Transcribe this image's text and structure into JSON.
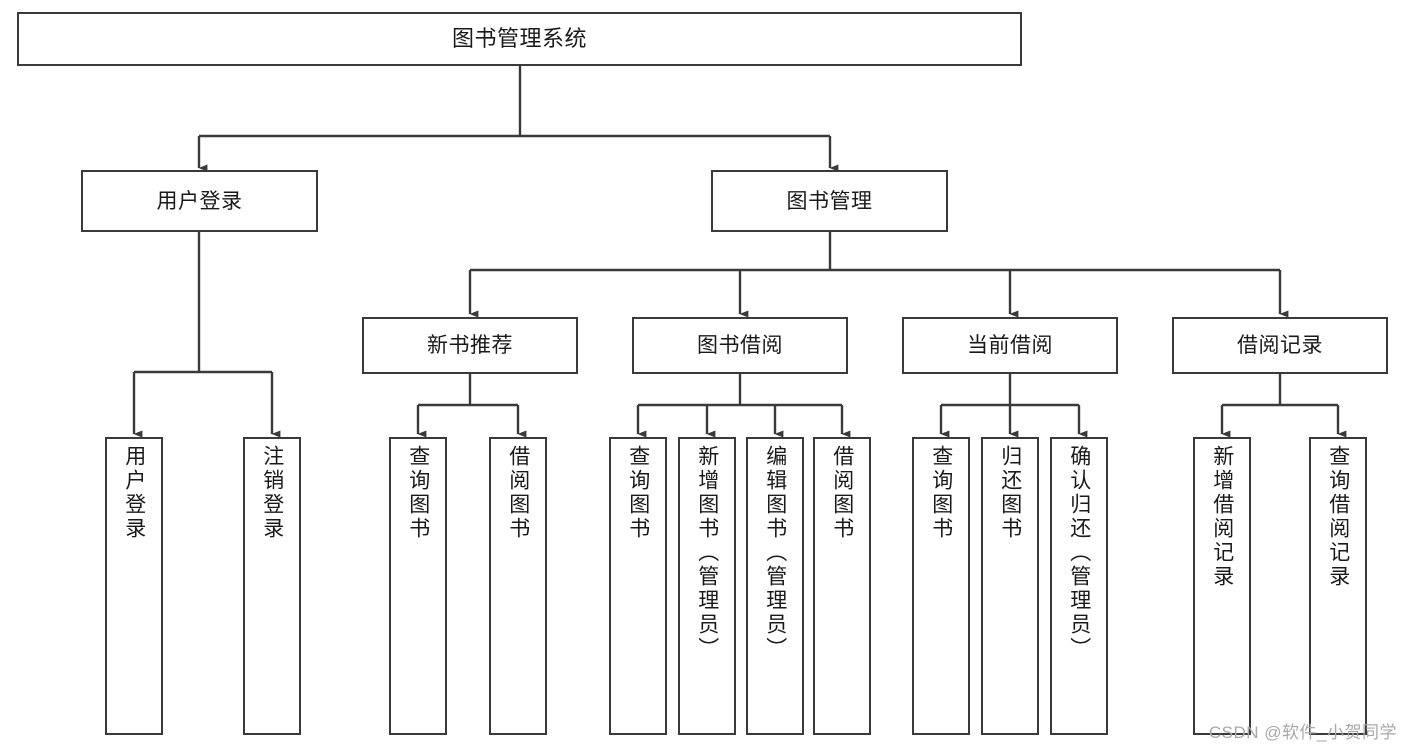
{
  "diagram": {
    "title": "图书管理系统",
    "type": "tree-hierarchy",
    "colors": {
      "box_border": "#3a3a3a",
      "box_fill": "#ffffff",
      "connector": "#3a3a3a",
      "text": "#1a1a1a",
      "watermark": "#a8a8a8",
      "background": "#ffffff"
    },
    "root": {
      "label": "图书管理系统"
    },
    "level2": [
      {
        "label": "用户登录"
      },
      {
        "label": "图书管理"
      }
    ],
    "level3": [
      {
        "label": "新书推荐"
      },
      {
        "label": "图书借阅"
      },
      {
        "label": "当前借阅"
      },
      {
        "label": "借阅记录"
      }
    ],
    "leaves": {
      "user_login": [
        {
          "label": "用户登录"
        },
        {
          "label": "注销登录"
        }
      ],
      "new_book_recommend": [
        {
          "label": "查询图书"
        },
        {
          "label": "借阅图书"
        }
      ],
      "book_borrow": [
        {
          "label": "查询图书"
        },
        {
          "label": "新增图书（管理员）"
        },
        {
          "label": "编辑图书（管理员）"
        },
        {
          "label": "借阅图书"
        }
      ],
      "current_borrow": [
        {
          "label": "查询图书"
        },
        {
          "label": "归还图书"
        },
        {
          "label": "确认归还（管理员）"
        }
      ],
      "borrow_record": [
        {
          "label": "新增借阅记录"
        },
        {
          "label": "查询借阅记录"
        }
      ]
    }
  },
  "watermark": {
    "text": "CSDN @软件_小贺同学"
  }
}
